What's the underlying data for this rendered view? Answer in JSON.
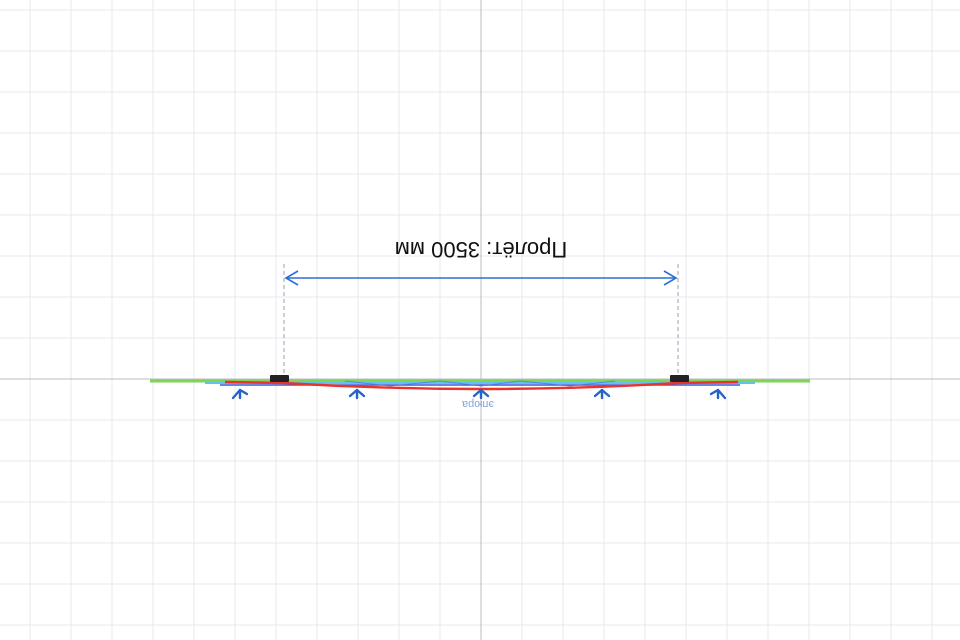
{
  "span": {
    "label": "Пролёт: 3500 мм",
    "value_mm": 3500
  },
  "load_label": "эпюра",
  "colors": {
    "dimension": "#2b6fd6",
    "load_arrow": "#2563c9",
    "beam_top": "#7fd35a",
    "beam_cyan": "#5fc4e8",
    "beam_blue": "#3a5fd8",
    "deflection": "#e8342f",
    "support": "#222222",
    "grid_minor": "#e6e8ec",
    "axis": "#b9bcc2"
  }
}
